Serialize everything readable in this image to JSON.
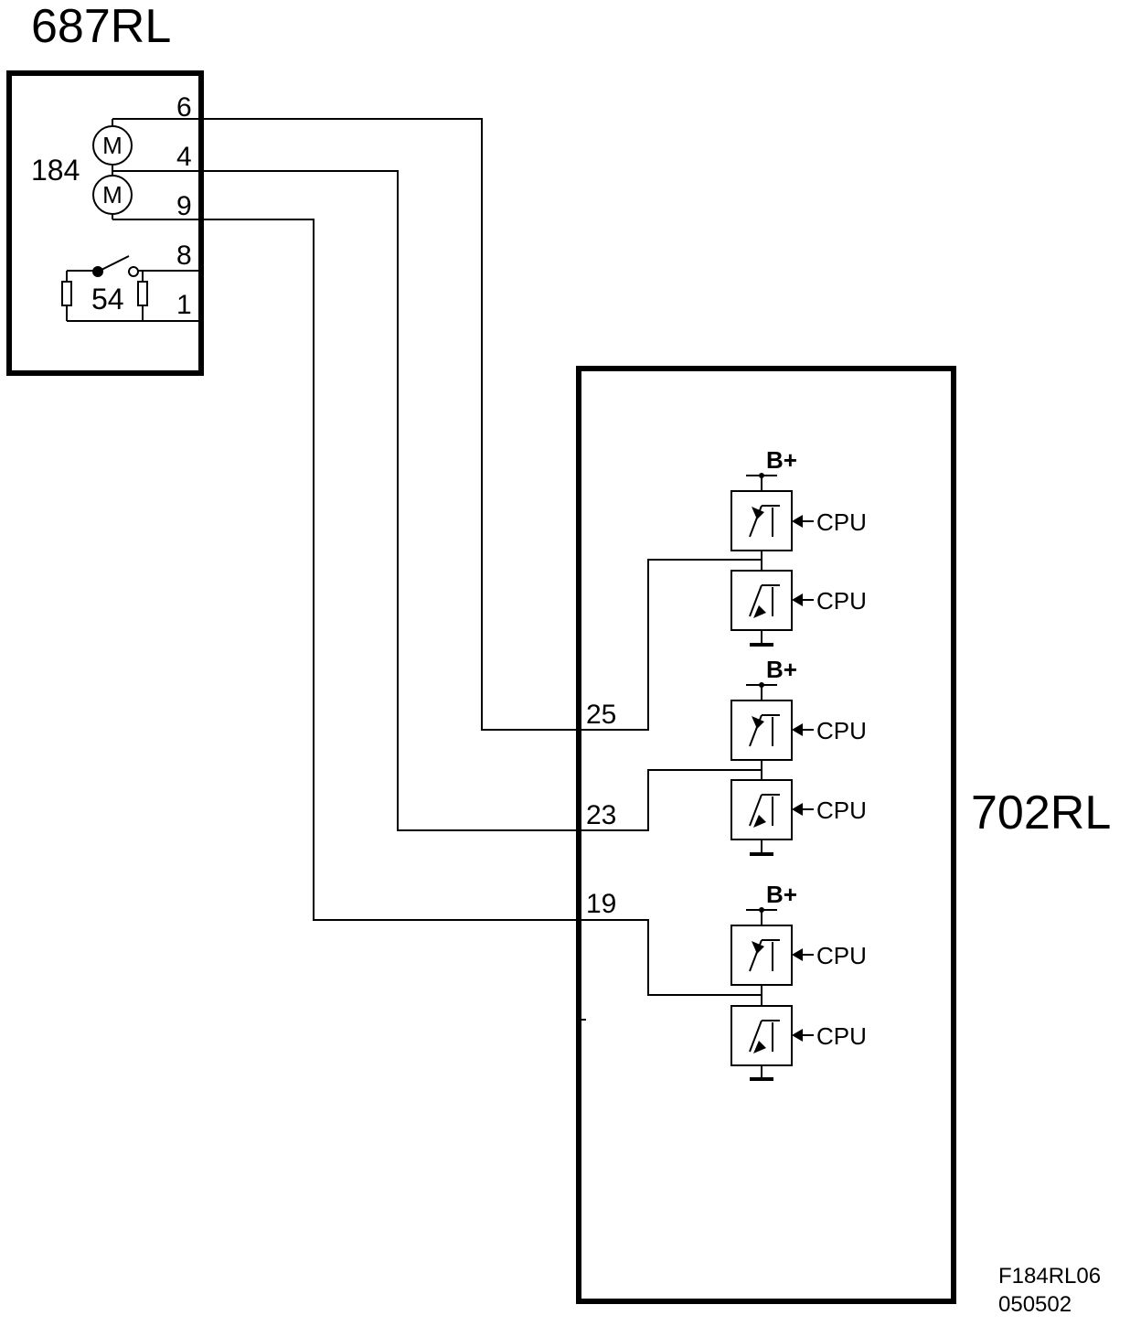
{
  "components": {
    "left_box_label": "687RL",
    "right_box_label": "702RL",
    "motor_label": "184",
    "switch_label": "54",
    "motor_symbol": "M"
  },
  "left_pins": [
    "6",
    "4",
    "9",
    "8",
    "1"
  ],
  "right_pins": [
    "25",
    "23",
    "19"
  ],
  "driver_stages": [
    {
      "supply": "B+",
      "high_control": "CPU",
      "low_control": "CPU"
    },
    {
      "supply": "B+",
      "high_control": "CPU",
      "low_control": "CPU"
    },
    {
      "supply": "B+",
      "high_control": "CPU",
      "low_control": "CPU"
    }
  ],
  "drawing_code": "F184RL06",
  "drawing_date": "050502"
}
